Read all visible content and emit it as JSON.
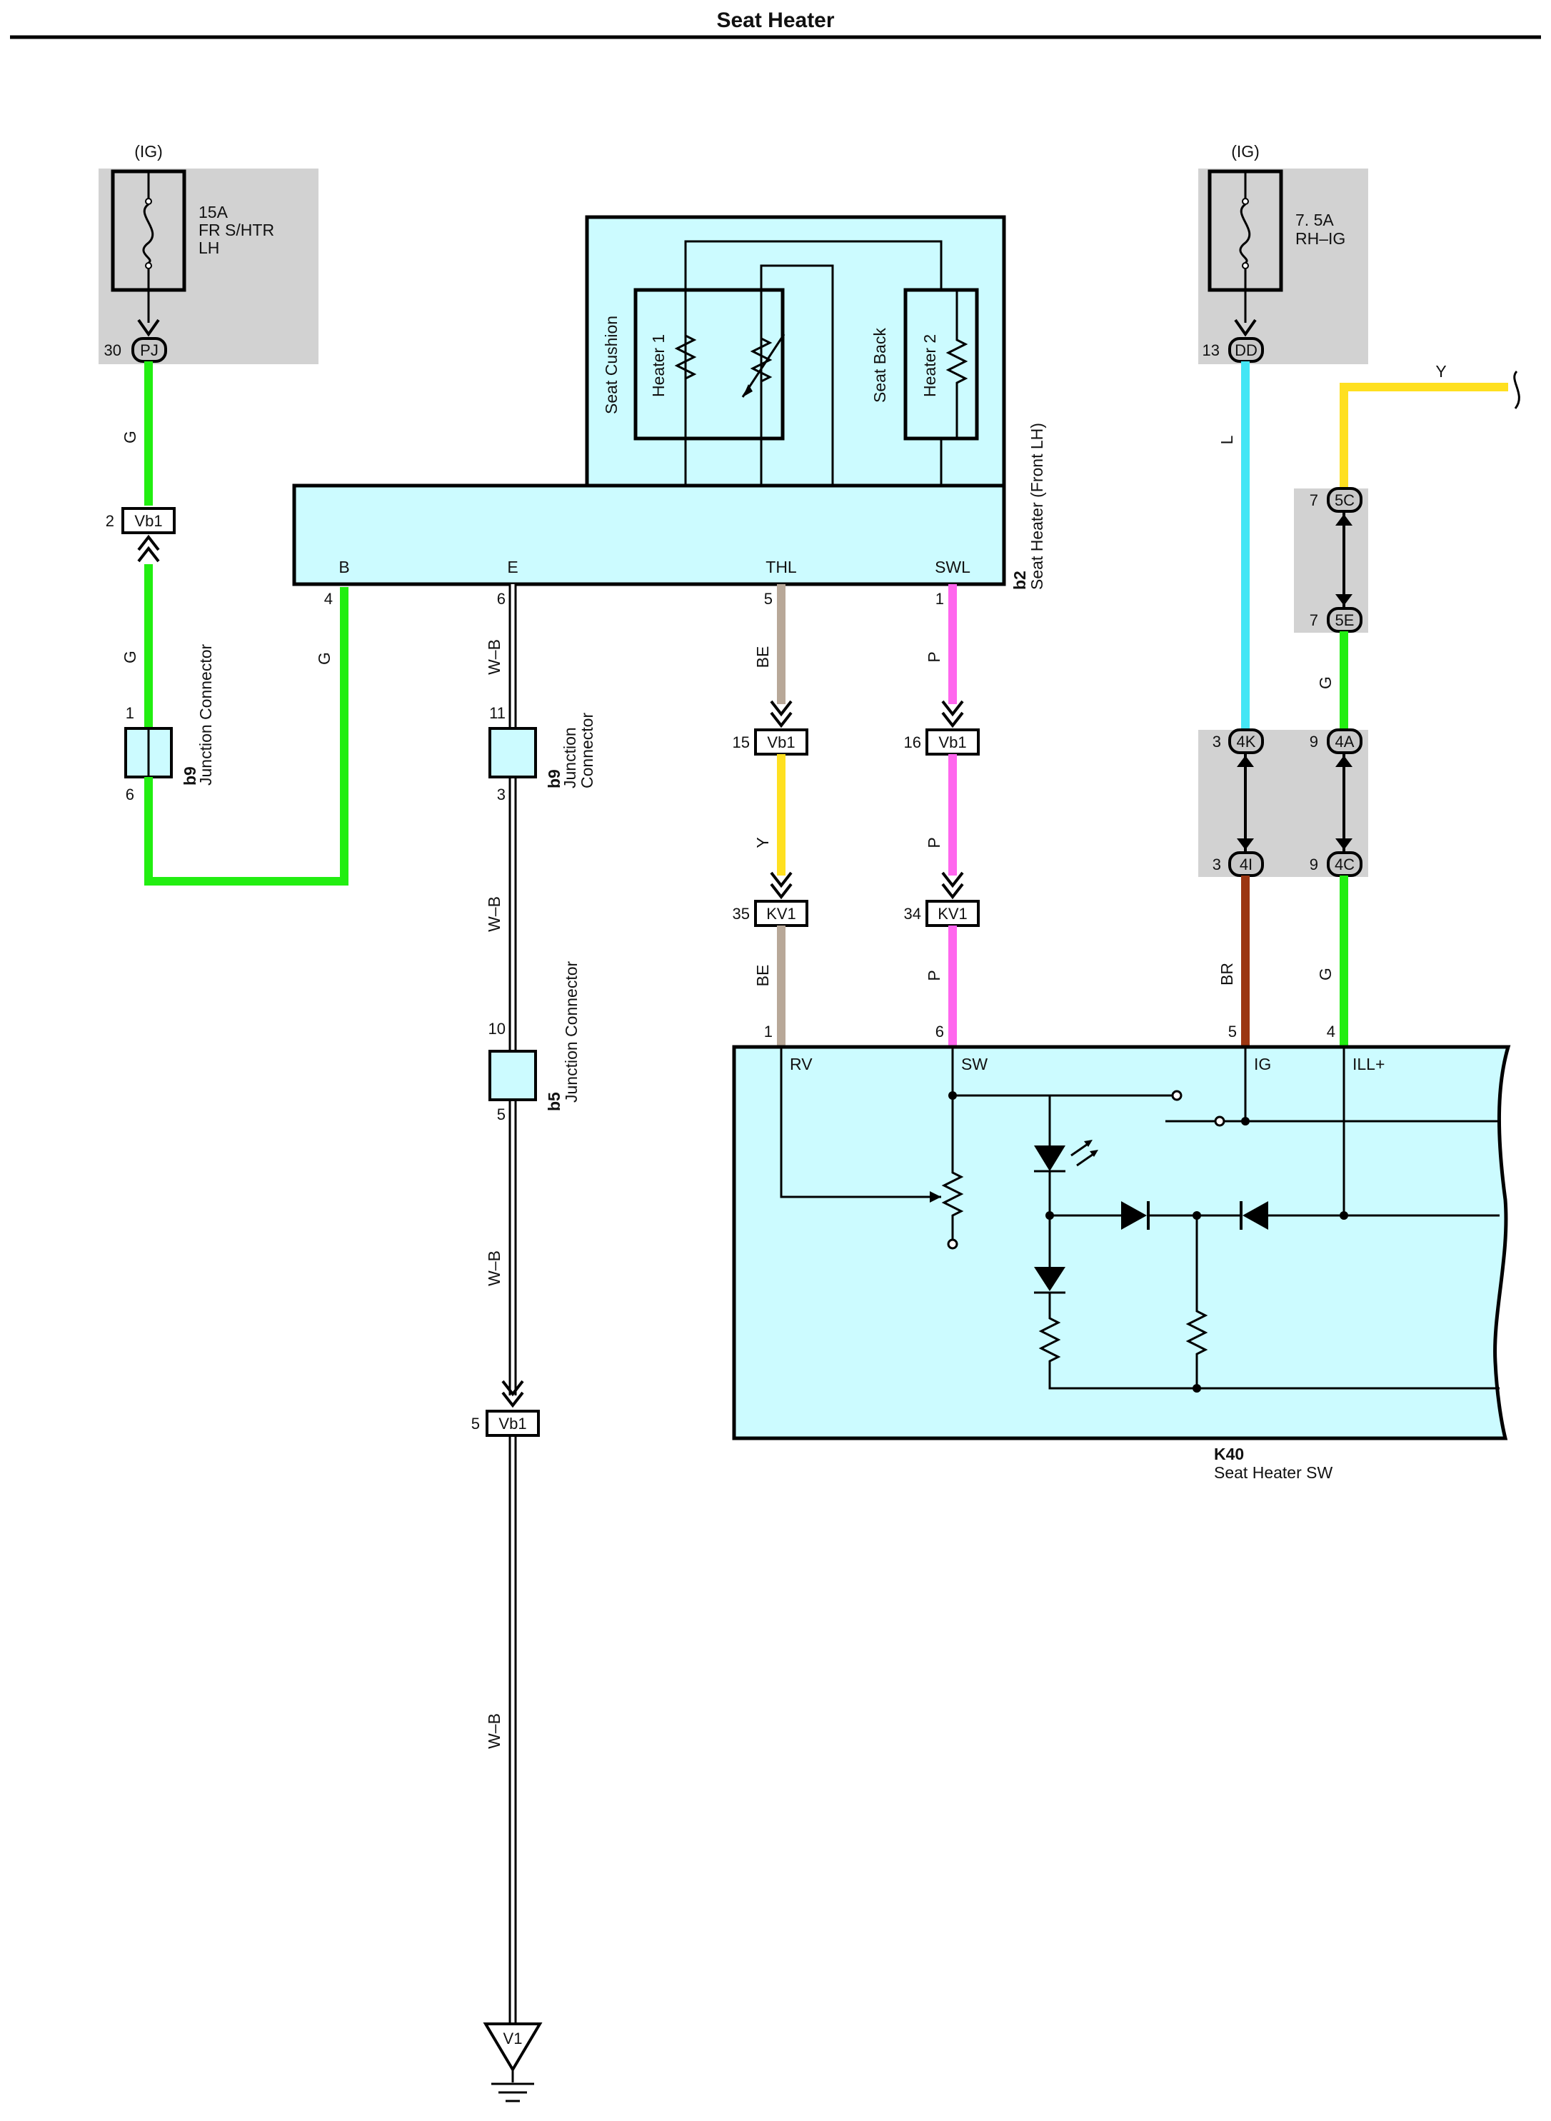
{
  "title": "Seat Heater",
  "fuses": [
    {
      "supply": "(IG)",
      "rating": "15A",
      "name_line1": "FR S/HTR",
      "name_line2": "LH",
      "pin": "30",
      "connector": "PJ"
    },
    {
      "supply": "(IG)",
      "rating": "7. 5A",
      "name_line1": "RH–IG",
      "name_line2": "",
      "pin": "13",
      "connector": "DD"
    }
  ],
  "seat_heater": {
    "code": "b2",
    "name": "Seat Heater (Front LH)",
    "cushion_label": "Seat Cushion",
    "back_label": "Seat Back",
    "heater1": "Heater 1",
    "heater2": "Heater 2",
    "terminals": [
      {
        "name": "B",
        "pin": "4"
      },
      {
        "name": "E",
        "pin": "6"
      },
      {
        "name": "THL",
        "pin": "5"
      },
      {
        "name": "SWL",
        "pin": "1"
      }
    ]
  },
  "switch": {
    "code": "K40",
    "name": "Seat Heater SW",
    "terminals": [
      {
        "name": "RV",
        "pin": "1"
      },
      {
        "name": "SW",
        "pin": "6"
      },
      {
        "name": "IG",
        "pin": "5"
      },
      {
        "name": "ILL+",
        "pin": "4"
      }
    ]
  },
  "junction_connectors": [
    {
      "code": "b9",
      "label": "Junction Connector",
      "pin_top": "1",
      "pin_bottom": "6"
    },
    {
      "code": "b9",
      "label_line1": "Junction",
      "label_line2": "Connector",
      "pin_top": "11",
      "pin_bottom": "3"
    },
    {
      "code": "b5",
      "label": "Junction Connector",
      "pin_top": "10",
      "pin_bottom": "5"
    }
  ],
  "inline_connectors": [
    {
      "pin": "2",
      "name": "Vb1"
    },
    {
      "pin": "15",
      "name": "Vb1"
    },
    {
      "pin": "16",
      "name": "Vb1"
    },
    {
      "pin": "35",
      "name": "KV1"
    },
    {
      "pin": "34",
      "name": "KV1"
    },
    {
      "pin": "5",
      "name": "Vb1"
    },
    {
      "pin": "7",
      "name": "5C"
    },
    {
      "pin": "7",
      "name": "5E"
    },
    {
      "pin": "3",
      "name": "4K"
    },
    {
      "pin": "9",
      "name": "4A"
    },
    {
      "pin": "3",
      "name": "4I"
    },
    {
      "pin": "9",
      "name": "4C"
    }
  ],
  "ground": {
    "name": "V1"
  },
  "wire_colors": {
    "g_left_1": "G",
    "g_left_2": "G",
    "g_b": "G",
    "wb_1": "W–B",
    "wb_2": "W–B",
    "wb_3": "W–B",
    "wb_4": "W–B",
    "be_1": "BE",
    "y_1": "Y",
    "be_2": "BE",
    "p_1": "P",
    "p_2": "P",
    "p_3": "P",
    "l": "L",
    "br": "BR",
    "y_top": "Y",
    "g_r1": "G",
    "g_r2": "G"
  },
  "colors": {
    "G": "#22ee11",
    "BE": "#b8a898",
    "Y": "#ffe020",
    "P": "#ff66ee",
    "L": "#44e6f5",
    "BR": "#9b3612",
    "box_fill": "#ccfbff",
    "gray_box": "#d2d2d2"
  }
}
